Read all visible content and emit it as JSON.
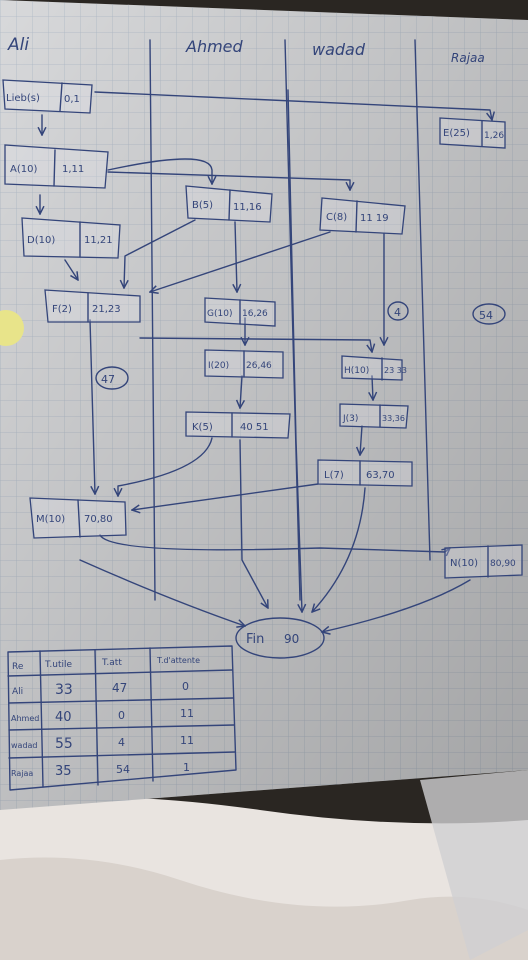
{
  "columns": [
    "Ali",
    "Ahmed",
    "wadad",
    "Rajaa"
  ],
  "tasks": [
    {
      "id": "start",
      "label": "Lieb(s)",
      "times": "0,1"
    },
    {
      "id": "A",
      "label": "A(10)",
      "times": "1,11"
    },
    {
      "id": "B",
      "label": "B(5)",
      "times": "11,16"
    },
    {
      "id": "C",
      "label": "C(8)",
      "times": "11 19"
    },
    {
      "id": "D",
      "label": "D(10)",
      "times": "11,21"
    },
    {
      "id": "E",
      "label": "E(25)",
      "times": "1,26"
    },
    {
      "id": "F",
      "label": "F(2)",
      "times": "21,23"
    },
    {
      "id": "G",
      "label": "G(10)",
      "times": "16,26"
    },
    {
      "id": "I",
      "label": "I(20)",
      "times": "26,46"
    },
    {
      "id": "H",
      "label": "H(10)",
      "times": "23 33"
    },
    {
      "id": "K",
      "label": "K(5)",
      "times": "40 51"
    },
    {
      "id": "J",
      "label": "J(3)",
      "times": "33,36"
    },
    {
      "id": "L",
      "label": "L(7)",
      "times": "63,70"
    },
    {
      "id": "M",
      "label": "M(10)",
      "times": "70,80"
    },
    {
      "id": "N",
      "label": "N(10)",
      "times": "80,90"
    },
    {
      "id": "fin",
      "label": "Fin",
      "times": "90"
    }
  ],
  "circled_notes": {
    "ali": "47",
    "wadad": "4",
    "rajaa": "54"
  },
  "table": {
    "headers": [
      "Re",
      "T.utile",
      "T.att",
      "T.d'attente"
    ],
    "rows": [
      [
        "Ali",
        "33",
        "47",
        "0"
      ],
      [
        "Ahmed",
        "40",
        "0",
        "11"
      ],
      [
        "wadad",
        "55",
        "4",
        "11"
      ],
      [
        "Rajaa",
        "35",
        "54",
        "1"
      ]
    ]
  },
  "colors": {
    "paper": "#e3e4e6",
    "grid": "#b9c4d2",
    "ink": "#34457a",
    "background": "#2a2622",
    "punch_hole": "#e8e48a"
  }
}
